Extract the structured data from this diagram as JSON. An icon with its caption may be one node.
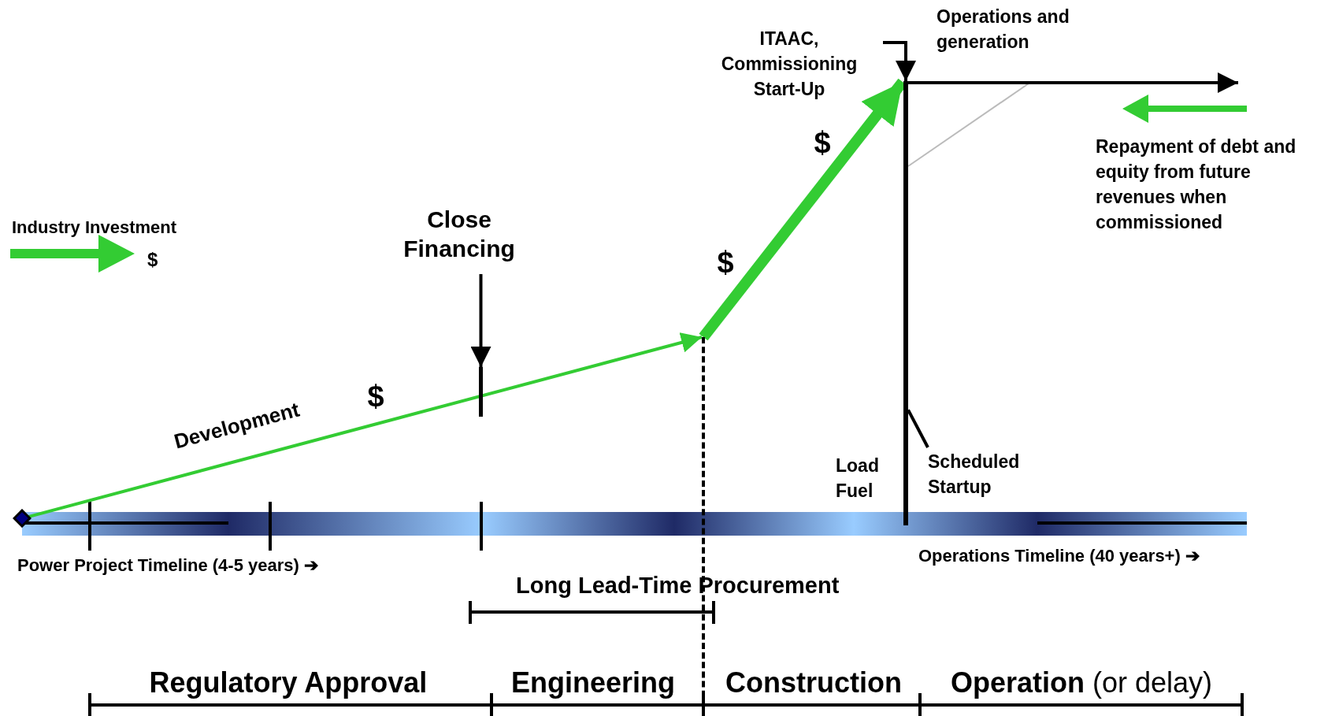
{
  "diagram": {
    "nodes": [
      {
        "text": [],
        "shape": "diamond"
      },
      {
        "text": [
          "Close Financing"
        ]
      },
      {
        "text": [],
        "shape": "bar"
      },
      {
        "text": [],
        "shape": "bar"
      },
      {
        "text": [],
        "shape": "bar"
      },
      {
        "text": [
          "ITAAC, Commissioning Start-Up"
        ]
      },
      {
        "text": [
          "Scheduled Startup"
        ]
      }
    ],
    "edges": [
      {
        "from": 0,
        "to": 3,
        "arrow": "to",
        "label": "Development",
        "color": "#33cc33"
      },
      {
        "from": 3,
        "to": 4,
        "arrow": "to",
        "style": "thick",
        "color": "#33cc33"
      },
      {
        "from": 1,
        "to": 2,
        "arrow": "to"
      },
      {
        "from": 5,
        "to": 4,
        "arrow": "to"
      },
      {
        "from": 4,
        "to": null,
        "arrow": "to",
        "label": "Operations and generation"
      },
      {
        "from": 6,
        "to": 4,
        "arrow": "none"
      }
    ],
    "labels": [
      "$",
      "$",
      "Repayment of debt and equity from future revenues when commissioned",
      "$",
      "$",
      "Load Fuel",
      "Power Project Timeline (4-5 years) ➔",
      "Operations Timeline (40 years+) ➔",
      "Long Lead-Time Procurement",
      "Regulatory Approval",
      "Engineering",
      "Construction",
      "**Operation** (or delay)"
    ],
    "legend": [
      {
        "text": "Industry Investment"
      }
    ]
  }
}
